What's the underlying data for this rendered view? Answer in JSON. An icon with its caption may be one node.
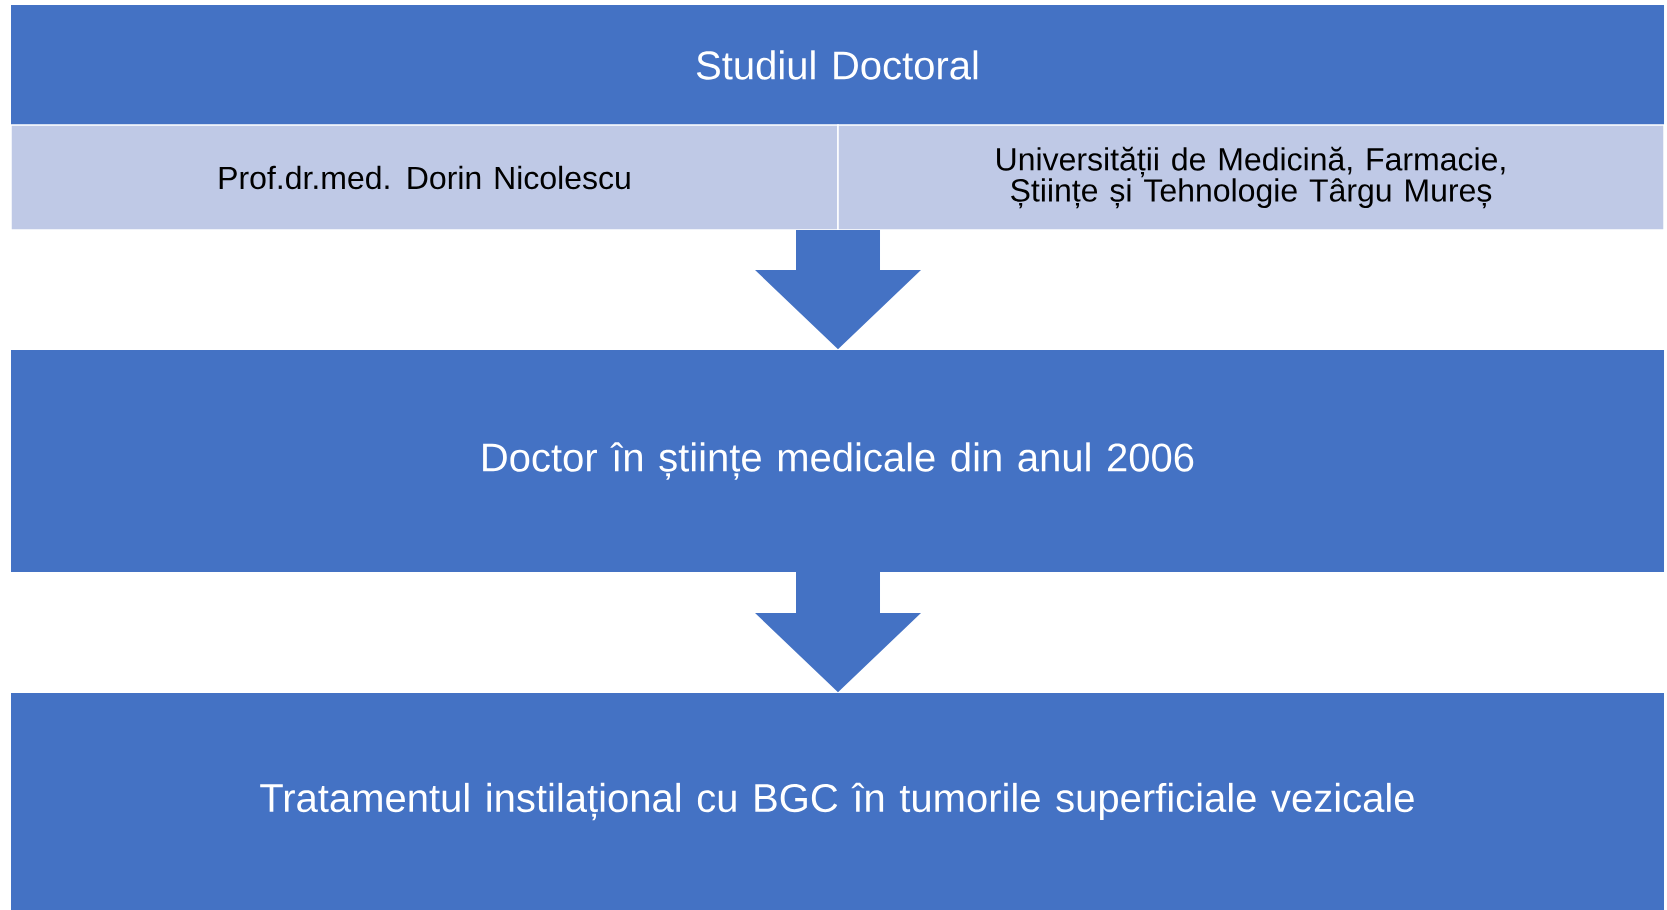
{
  "diagram": {
    "nodes": [
      {
        "text": [
          "Studiul Doctoral"
        ]
      },
      {
        "text": [
          "Prof.dr.med. Dorin Nicolescu"
        ]
      },
      {
        "text": [
          "Universității de Medicină, Farmacie, Științe și Tehnologie Târgu Mureș"
        ]
      },
      {
        "text": [
          "Doctor în științe medicale din anul 2006"
        ]
      },
      {
        "text": [
          "Tratamentul instilațional cu BGC în tumorile superficiale vezicale"
        ]
      }
    ],
    "edges": [
      {
        "from": 1,
        "to": 3,
        "arrow": "to"
      },
      {
        "from": 2,
        "to": 3,
        "arrow": "to"
      },
      {
        "from": 3,
        "to": 4,
        "arrow": "to"
      }
    ]
  }
}
